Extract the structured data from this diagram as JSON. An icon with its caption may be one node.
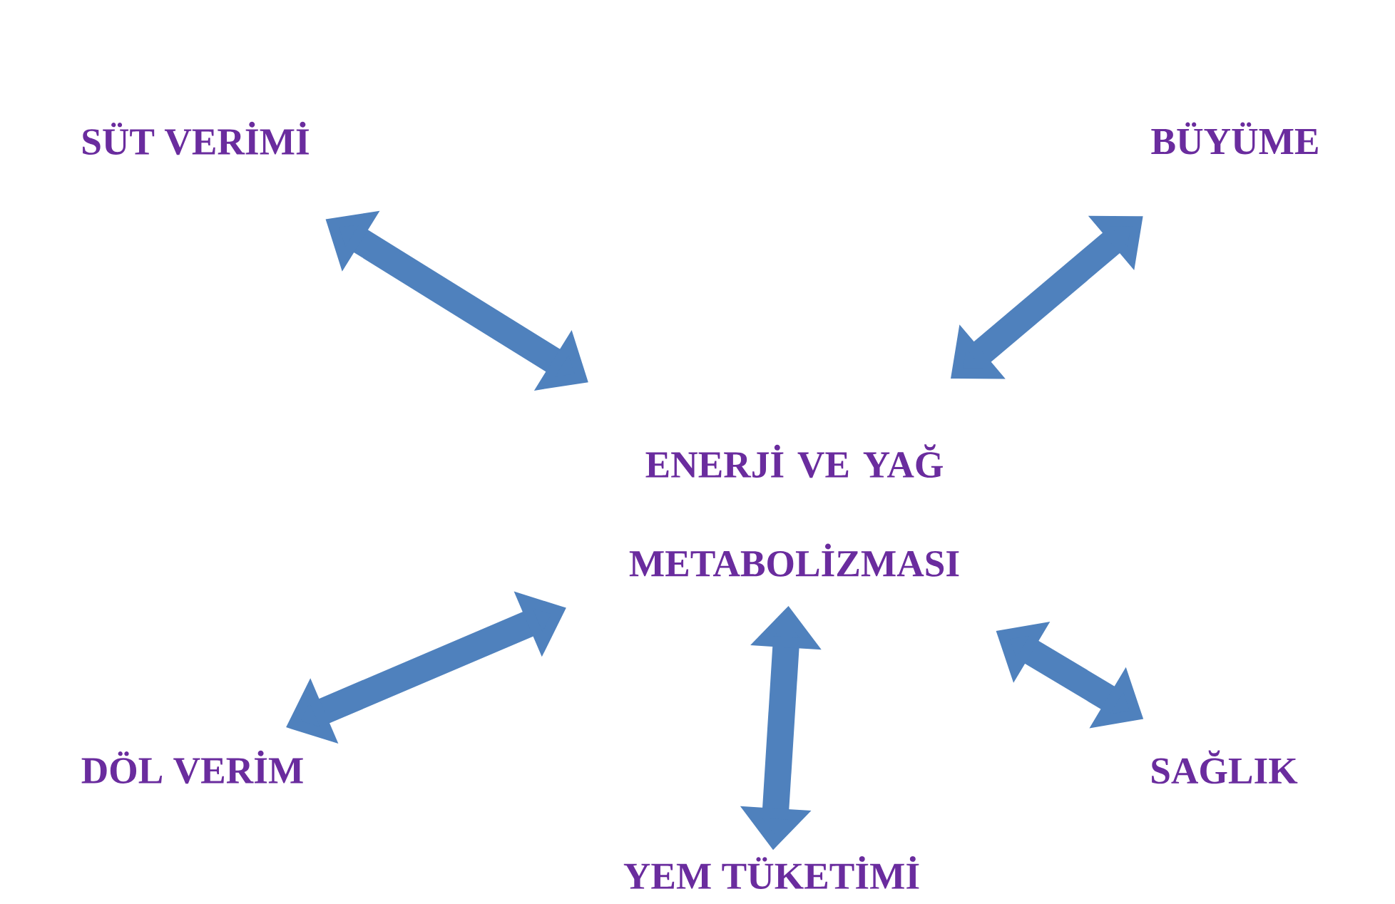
{
  "diagram": {
    "nodes": [
      {
        "text": [
          "SÜT VERİMİ"
        ]
      },
      {
        "text": [
          "BÜYÜME"
        ]
      },
      {
        "text": [
          "ENERJİ VE YAĞ METABOLİZMASI"
        ]
      },
      {
        "text": [
          "DÖL VERİM"
        ]
      },
      {
        "text": [
          "SAĞLIK"
        ]
      },
      {
        "text": [
          "YEM TÜKETİMİ"
        ]
      }
    ],
    "edges": [
      {
        "from": 2,
        "to": 0,
        "arrow": "both"
      },
      {
        "from": 2,
        "to": 1,
        "arrow": "both"
      },
      {
        "from": 2,
        "to": 3,
        "arrow": "both"
      },
      {
        "from": 2,
        "to": 4,
        "arrow": "both"
      },
      {
        "from": 2,
        "to": 5,
        "arrow": "both"
      }
    ]
  }
}
